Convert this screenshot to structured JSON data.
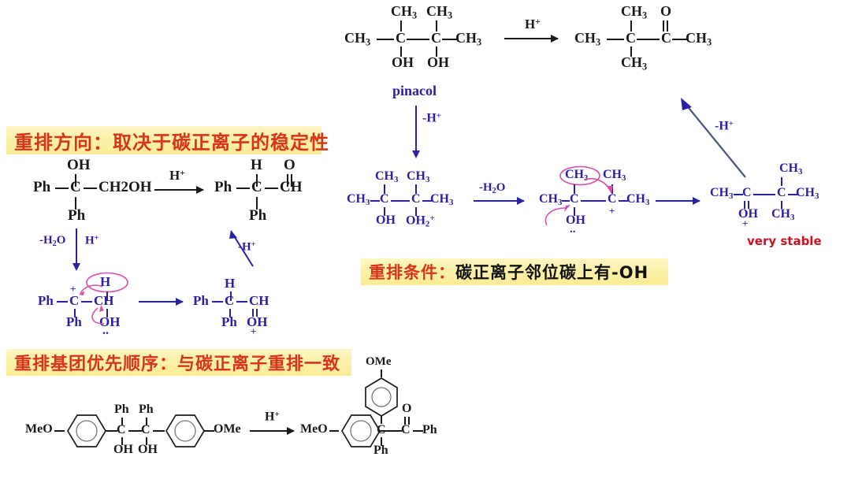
{
  "slide": {
    "title": "Pinacol rearrangement mechanism slide",
    "colors": {
      "blue": "#2a20a8",
      "black": "#1a1a1a",
      "red": "#cc1122",
      "pink": "#d94fa8",
      "banner_bg": "#fbf0a8",
      "banner_text": "#d9341a"
    }
  },
  "banners": [
    {
      "id": "banner-direction",
      "red_part": "重排方向：",
      "black_part": "取决于碳正离子的稳定性",
      "all_red": true
    },
    {
      "id": "banner-condition",
      "red_part": "重排条件：",
      "black_part": "碳正离子邻位碳上有-OH",
      "all_red": false
    },
    {
      "id": "banner-priority",
      "red_part": "重排基团优先顺序：",
      "black_part": "与碳正离子重排一致",
      "all_red": true
    }
  ],
  "pinacol_reaction": {
    "reactant": {
      "label_name": "pinacol",
      "left_group": "CH3",
      "top_left": "CH3",
      "top_right": "CH3",
      "center_left": "C",
      "center_right": "C",
      "right_group": "CH3",
      "bottom_left": "OH",
      "bottom_right": "OH"
    },
    "arrow_label": "H+",
    "product": {
      "left_group": "CH3",
      "top_left": "CH3",
      "top_right": "O",
      "center_left": "C",
      "center_right": "C",
      "right_group": "CH3",
      "bottom_left": "CH3"
    }
  },
  "mech_down_arrow_label": "H+",
  "mech_up_arrow_label": "-H+",
  "mechanism_row": {
    "step1": {
      "left_group": "CH3",
      "top_left": "CH3",
      "top_right": "CH3",
      "center_left": "C",
      "center_right": "C",
      "right_group": "CH3",
      "bottom_left": "OH",
      "bottom_right": "OH2+"
    },
    "arrow1_label": "-H2O",
    "step2": {
      "left_group": "CH3",
      "top_left": "CH3",
      "top_right": "CH3",
      "center_left": "C",
      "center_right": "C",
      "right_group": "CH3",
      "bottom_left": "OH",
      "plus_charge": "+",
      "lone_pair": ".."
    },
    "step3": {
      "left_group": "CH3",
      "center_left": "C",
      "center_right": "C",
      "right_group": "CH3",
      "top_right": "CH3",
      "bottom_left": "OH",
      "bottom_left_charge": "+",
      "bottom_right": "CH3",
      "caption": "very stable"
    }
  },
  "left_reaction": {
    "reactant": {
      "left_group": "Ph",
      "center": "C",
      "right_group": "CH2OH",
      "top": "OH",
      "bottom": "Ph"
    },
    "arrow_label": "H+",
    "product": {
      "left_group": "Ph",
      "center": "C",
      "right_group": "CH",
      "top": "H",
      "top_right": "O",
      "bottom": "Ph"
    },
    "down_arrow_labels": {
      "left": "-H2O",
      "right": "H+"
    },
    "up_arrow_label": "-H+",
    "intermediate1": {
      "left_group": "Ph",
      "center_left": "C",
      "center_right": "CH",
      "circled": "H",
      "plus_charge": "+",
      "bottom_left": "Ph",
      "bottom_right": "OH",
      "lone_pair": ".."
    },
    "intermediate2": {
      "left_group": "Ph",
      "center_left": "C",
      "center_right": "CH",
      "top": "H",
      "bottom_left": "Ph",
      "bottom_right": "OH",
      "charge": "+"
    }
  },
  "bottom_reaction": {
    "reactant": {
      "left_label": "MeO",
      "right_label": "OMe",
      "top_left": "Ph",
      "top_right": "Ph",
      "center_left": "C",
      "center_right": "C",
      "bottom_left": "OH",
      "bottom_right": "OH"
    },
    "arrow_label": "H+",
    "product": {
      "left_label": "MeO",
      "top_label": "OMe",
      "center": "C",
      "carbonyl": "C",
      "oxygen": "O",
      "right_group": "Ph",
      "bottom_group": "Ph"
    }
  }
}
